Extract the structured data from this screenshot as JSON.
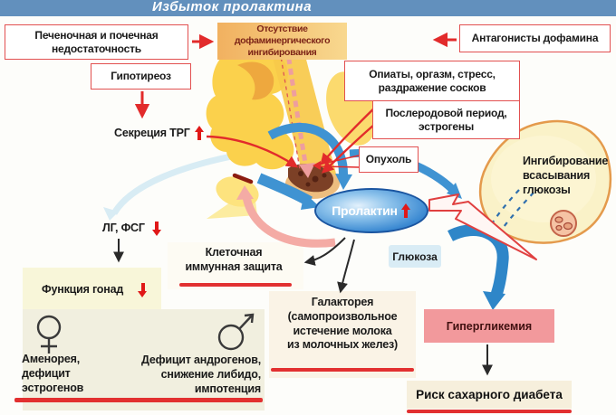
{
  "header": {
    "title": "Избыток пролактина"
  },
  "boxes": {
    "liver": "Печеночная и почечная\nнедостаточность",
    "dopamine": "Отсутствие дофаминергического\nингибирования",
    "antagonists": "Антагонисты дофамина",
    "hypothyroid": "Гипотиреоз",
    "opiates": "Опиаты, оргазм, стресс,\nраздражение сосков",
    "postpartum": "Послеродовой период,\nэстрогены",
    "tumor": "Опухоль"
  },
  "labels": {
    "trg": "Секреция ТРГ",
    "lg_fsg": "ЛГ, ФСГ",
    "gonad_function": "Функция гонад",
    "immune": "Клеточная\nиммунная защита",
    "galactorrhea": "Галакторея\n(самопроизвольное\nистечение молока\nиз молочных желез)",
    "glucose": "Глюкоза",
    "cell_inhibition": "Ингибирование\nвсасывания\nглюкозы",
    "female": "Аменорея,\nдефицит\nэстрогенов",
    "male": "Дефицит андрогенов,\nснижение либидо,\nимпотенция",
    "prolactin": "Пролактин",
    "hyperglycemia": "Гипергликемия",
    "diabetes_risk": "Риск сахарного диабета"
  },
  "icons": {
    "up_arrow": "red-up-arrow (increase)",
    "down_arrow": "red-down-arrow (decrease)",
    "female_symbol": "female-gender-sign",
    "male_symbol": "male-gender-sign"
  },
  "colors": {
    "header_bg": "#6290bd",
    "box_border": "#e25050",
    "red_arrow": "#e22b2b",
    "orange_box": "#f5c379",
    "orange_box_text": "#7c2417",
    "prolactin_blue": "#2e7cc4",
    "hyperglycemia_bg": "#f2999c",
    "risk_bg": "#f6efdc",
    "glucose_bg": "#d9ecf5",
    "cell_fill": "#faf2c8",
    "cell_border": "#e49a4c",
    "anatomy_yellow": "#fbd14c",
    "underline_red": "#e23030"
  }
}
